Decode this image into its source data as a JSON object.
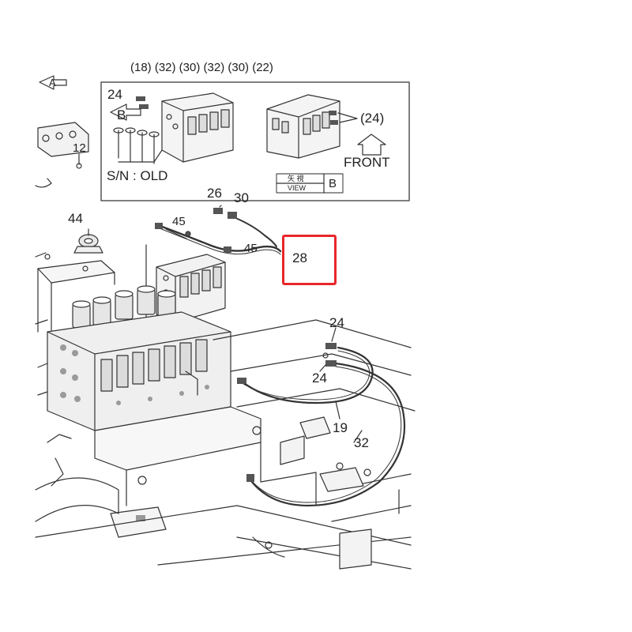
{
  "header_text": "(18) (32) (30) (32) (30) (22)",
  "inset": {
    "view_a_label": "A",
    "view_b_label": "B",
    "callout_24_left": "24",
    "callout_24_right": "(24)",
    "front_label": "FRONT",
    "sn_label": "S/N  : OLD",
    "view_box_top": "矢 視",
    "view_box_word": "VIEW",
    "view_box_letter": "B"
  },
  "callouts": {
    "p12": "12",
    "p26": "26",
    "p30": "30",
    "p44": "44",
    "p45a": "45",
    "p45b": "45",
    "p28": "28",
    "p24a": "24",
    "p24b": "24",
    "p19": "19",
    "p32": "32"
  },
  "highlight": {
    "target": "28",
    "color": "#e8262a"
  }
}
